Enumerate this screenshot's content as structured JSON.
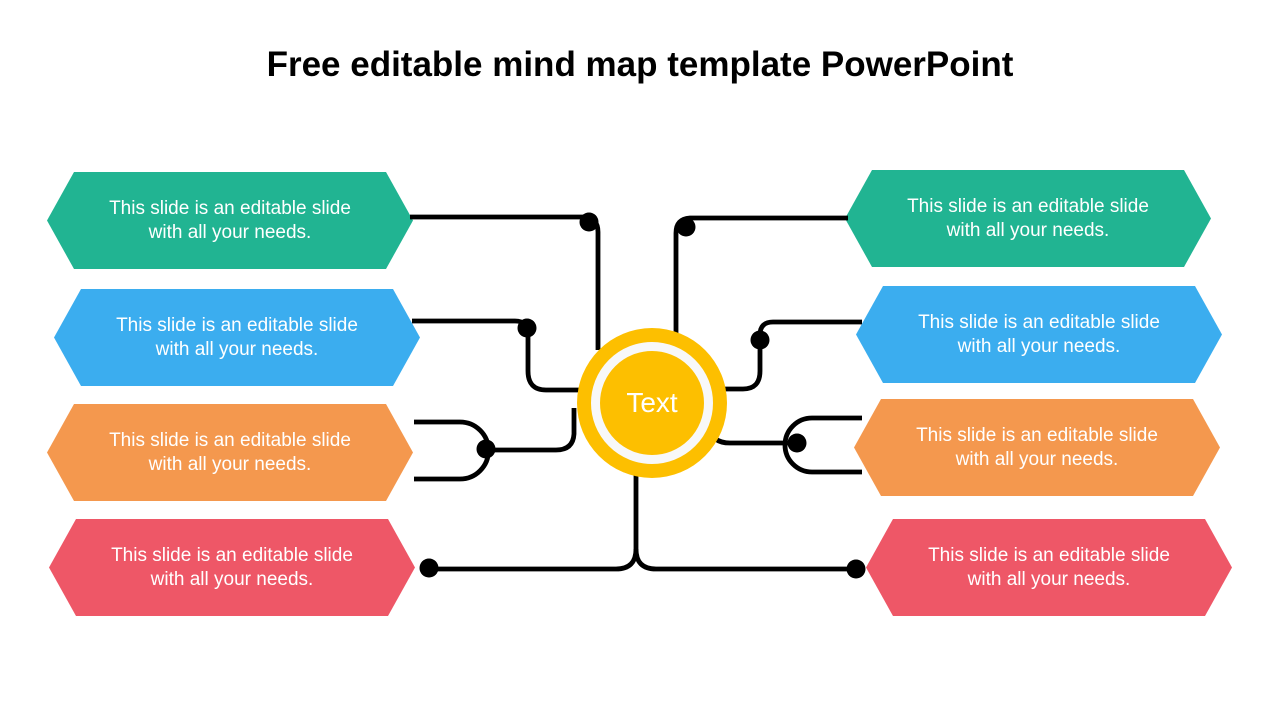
{
  "title": "Free editable mind map template PowerPoint",
  "center": {
    "label": "Text"
  },
  "colors": {
    "green": "#21b492",
    "blue": "#3badef",
    "orange": "#f4984e",
    "red": "#ee5767",
    "yellow": "#fdbf00",
    "ring": "#f8f8f8",
    "line": "#000000",
    "title_text": "#000000",
    "node_text": "#ffffff"
  },
  "nodes": {
    "left": [
      {
        "color": "#21b492",
        "line1": "This slide is an editable slide",
        "line2": "with all your needs."
      },
      {
        "color": "#3badef",
        "line1": "This slide is an editable slide",
        "line2": "with all your needs."
      },
      {
        "color": "#f4984e",
        "line1": "This slide is an editable slide",
        "line2": "with all your needs."
      },
      {
        "color": "#ee5767",
        "line1": "This slide is an editable slide",
        "line2": "with all your needs."
      }
    ],
    "right": [
      {
        "color": "#21b492",
        "line1": "This slide is an editable slide",
        "line2": "with all your needs."
      },
      {
        "color": "#3badef",
        "line1": "This slide is an editable slide",
        "line2": "with all your needs."
      },
      {
        "color": "#f4984e",
        "line1": "This slide is an editable slide",
        "line2": "with all your needs."
      },
      {
        "color": "#ee5767",
        "line1": "This slide is an editable slide",
        "line2": "with all your needs."
      }
    ]
  }
}
